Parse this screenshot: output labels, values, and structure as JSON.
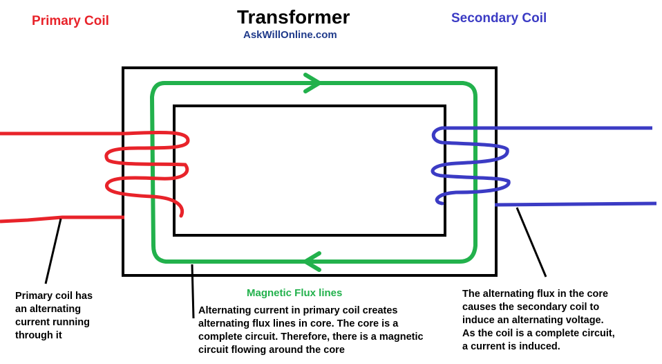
{
  "title": "Transformer",
  "subtitle": "AskWillOnline.com",
  "labels": {
    "primary_coil": "Primary Coil",
    "secondary_coil": "Secondary Coil",
    "flux_lines": "Magnetic Flux lines"
  },
  "notes": {
    "primary": [
      "Primary coil has",
      "an alternating",
      "current running",
      "through it"
    ],
    "flux": [
      "Alternating current in primary coil creates",
      "alternating flux lines in core. The core is a",
      "complete circuit. Therefore, there is a magnetic",
      "circuit flowing around the core"
    ],
    "secondary": [
      "The alternating flux in the core",
      "causes the secondary coil to",
      "induce an alternating voltage.",
      "As the coil is a complete circuit,",
      "a current is induced."
    ]
  },
  "colors": {
    "primary": "#e8232a",
    "secondary": "#3b3bc4",
    "flux": "#22b14c",
    "core": "#000000",
    "subtitle": "#1f3a8a"
  }
}
